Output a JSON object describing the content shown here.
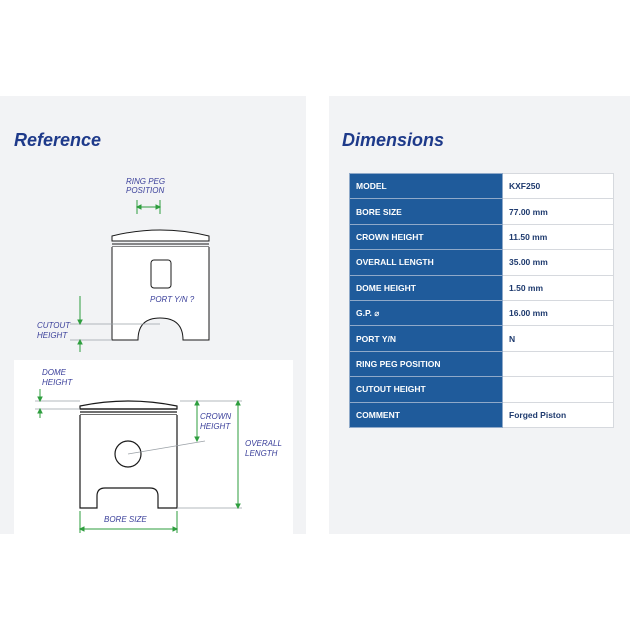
{
  "reference": {
    "title": "Reference",
    "labels": {
      "ring_peg_line1": "RING PEG",
      "ring_peg_line2": "POSITION",
      "port_yn": "PORT Y/N ?",
      "cutout_line1": "CUTOUT",
      "cutout_line2": "HEIGHT",
      "dome_line1": "DOME",
      "dome_line2": "HEIGHT",
      "crown_line1": "CROWN",
      "crown_line2": "HEIGHT",
      "overall_line1": "OVERALL",
      "overall_line2": "LENGTH",
      "bore_size": "BORE SIZE"
    },
    "colors": {
      "dimension": "#2e9e3e",
      "label": "#3a3f9a",
      "outline": "#1a1a1a"
    }
  },
  "dimensions": {
    "title": "Dimensions",
    "rows": [
      {
        "key": "MODEL",
        "value": "KXF250"
      },
      {
        "key": "BORE SIZE",
        "value": "77.00 mm"
      },
      {
        "key": "CROWN HEIGHT",
        "value": "11.50 mm"
      },
      {
        "key": "OVERALL LENGTH",
        "value": "35.00 mm"
      },
      {
        "key": "DOME HEIGHT",
        "value": "1.50 mm"
      },
      {
        "key": "G.P. ⌀",
        "value": "16.00 mm"
      },
      {
        "key": "PORT Y/N",
        "value": "N"
      },
      {
        "key": "RING PEG POSITION",
        "value": ""
      },
      {
        "key": "CUTOUT HEIGHT",
        "value": ""
      },
      {
        "key": "COMMENT",
        "value": "Forged Piston"
      }
    ],
    "colors": {
      "key_bg": "#1f5b9b",
      "value_text": "#1e3a6e"
    }
  }
}
